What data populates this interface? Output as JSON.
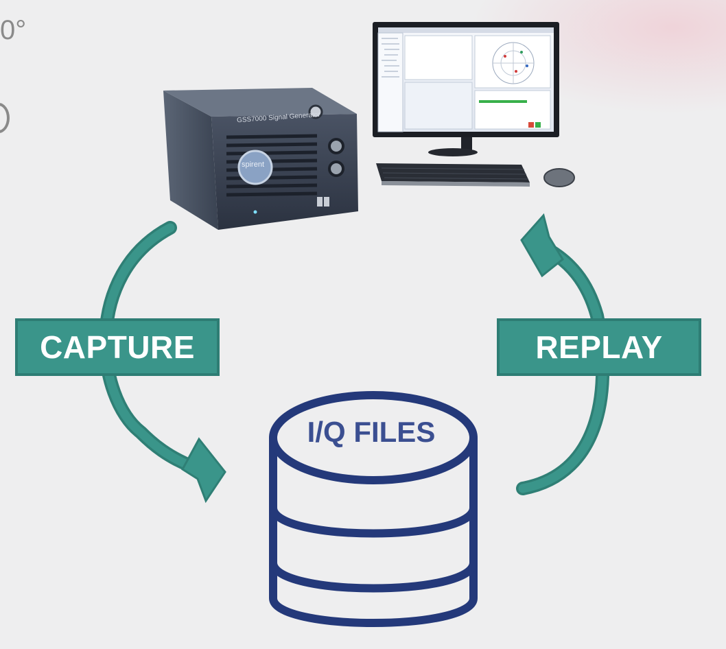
{
  "labels": {
    "capture": "CAPTURE",
    "replay": "REPLAY",
    "database": "I/Q FILES"
  },
  "corner_text": "0°",
  "device": {
    "name": "GSS7000 Signal Generator",
    "brand": "spirent"
  },
  "colors": {
    "arrow_teal": "#3a958a",
    "label_bg": "#3a958a",
    "database_stroke": "#24397a",
    "database_text": "#3b4f91"
  }
}
